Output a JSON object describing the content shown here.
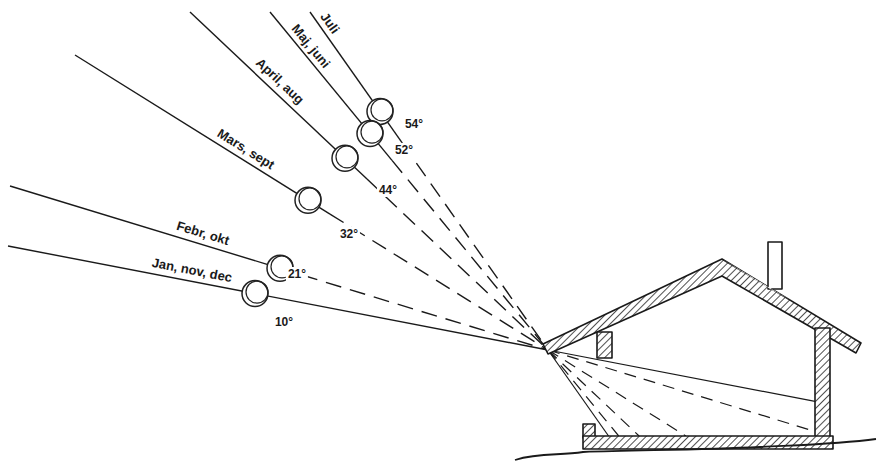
{
  "diagram": {
    "labels": [
      "Juli",
      "Maj, juni",
      "April, aug",
      "Mars, sept",
      "Febr, okt",
      "Jan, nov, dec",
      "54°",
      "52°",
      "44°",
      "32°",
      "21°",
      "10°"
    ]
  }
}
